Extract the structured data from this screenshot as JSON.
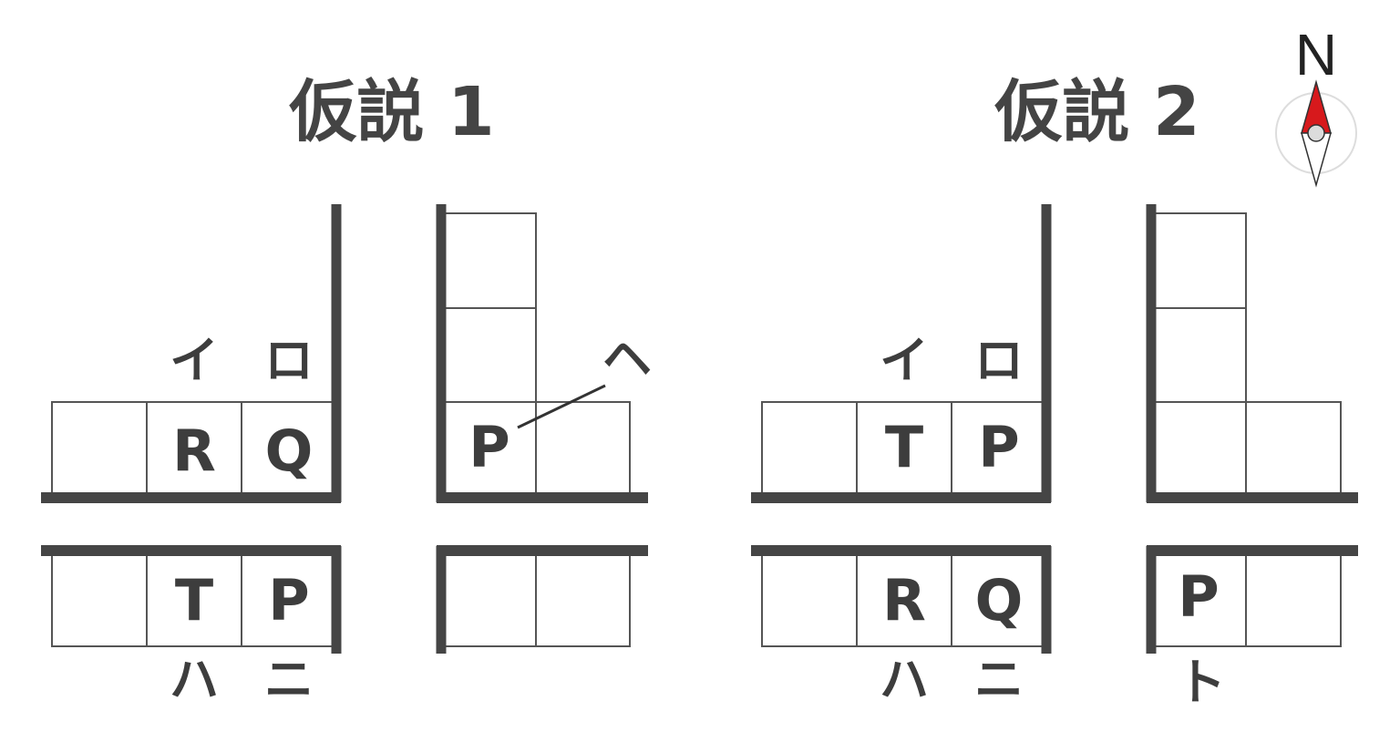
{
  "hypotheses": [
    {
      "title": "仮説 1",
      "cells": {
        "r1": "R",
        "q1": "Q",
        "t1": "T",
        "p1": "P",
        "p2": "P"
      },
      "kana": {
        "i": "イ",
        "ro": "ロ",
        "ha": "ハ",
        "ni": "ニ",
        "he": "ヘ"
      }
    },
    {
      "title": "仮説 2",
      "cells": {
        "t2": "T",
        "p3": "P",
        "r2": "R",
        "q2": "Q",
        "p4": "P"
      },
      "kana": {
        "i": "イ",
        "ro": "ロ",
        "ha": "ハ",
        "ni": "ニ",
        "to": "ト"
      }
    }
  ],
  "compass": {
    "label": "N",
    "needle_color": "#d7191c"
  },
  "colors": {
    "wall": "#454545",
    "text": "#3d3d3d"
  }
}
